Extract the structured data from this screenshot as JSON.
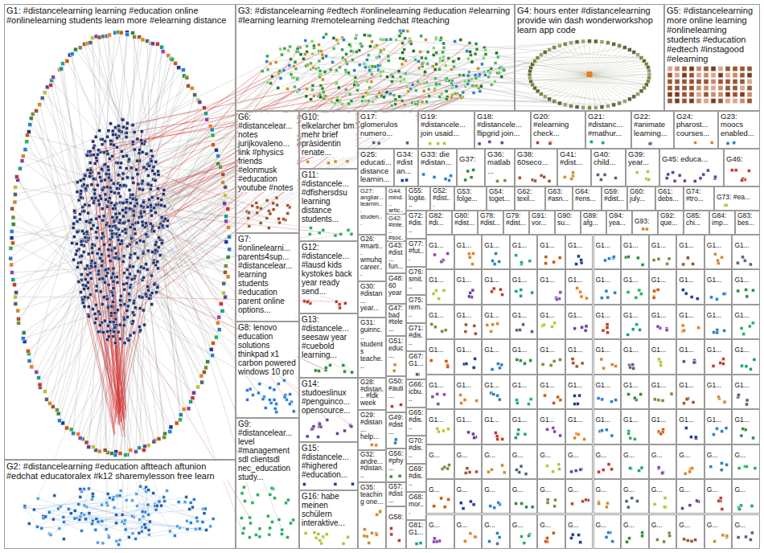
{
  "diagram": {
    "nodes": [
      {
        "text": [
          "G1: #distancelearning learning #education online #onlinelearning students learn more #elearning distance"
        ]
      },
      {
        "text": [
          "G3: #distancelearning #edtech #onlinelearning #education #elearning #learning learning #remotelearning #edchat #teaching"
        ]
      },
      {
        "text": [
          "G4: hours enter #distancelearning provide win dash wonderworkshop learn app code"
        ]
      },
      {
        "text": [
          "G5: #distancelearning more online learning #onlinelearning students #education #edtech #instagood #elearning"
        ]
      },
      {
        "text": [
          "G6: #distancelear... notes jurijkovaleno... link #physics friends #elonmusk #education youtube #notes"
        ]
      },
      {
        "text": [
          "G10: elkelarcher bm mehr brief präsidentin renate..."
        ]
      },
      {
        "text": [
          "G17: glomerulos numero..."
        ]
      },
      {
        "text": [
          "G19: #distancele... join usaid..."
        ]
      },
      {
        "text": [
          "G18: #distancele... flipgrid join..."
        ]
      },
      {
        "text": [
          "G20: #elearning check..."
        ]
      },
      {
        "text": [
          "G21: #distanc... #mathur..."
        ]
      },
      {
        "text": [
          "G22: #animate learning..."
        ]
      },
      {
        "text": [
          "G24: pharost... courses..."
        ]
      },
      {
        "text": [
          "G23: moocs enabled..."
        ]
      },
      {
        "text": [
          "G11: #distancele... #dfishersdsu learning distance students..."
        ]
      },
      {
        "text": [
          "G25: educati... distance learnin..."
        ]
      },
      {
        "text": [
          "G34: #distan..."
        ]
      },
      {
        "text": [
          "G33: die #distan..."
        ]
      },
      {
        "text": [
          "G37:"
        ]
      },
      {
        "text": [
          "G36: matlab..."
        ]
      },
      {
        "text": [
          "G38: 60seco..."
        ]
      },
      {
        "text": [
          "G41: #dist..."
        ]
      },
      {
        "text": [
          "G40: child..."
        ]
      },
      {
        "text": [
          "G39: year..."
        ]
      },
      {
        "text": [
          "G45: educa..."
        ]
      },
      {
        "text": [
          "G46:"
        ]
      },
      {
        "text": [
          "G27: angliar... learnin... studen..."
        ]
      },
      {
        "text": [
          "G44: mind... artic..."
        ]
      },
      {
        "text": [
          "G55: logite..."
        ]
      },
      {
        "text": [
          "G52: #dist..."
        ]
      },
      {
        "text": [
          "G53: folge..."
        ]
      },
      {
        "text": [
          "G54: toget..."
        ]
      },
      {
        "text": [
          "G62: texil..."
        ]
      },
      {
        "text": [
          "G63: #asn..."
        ]
      },
      {
        "text": [
          "G64: #ens..."
        ]
      },
      {
        "text": [
          "G59: #dist..."
        ]
      },
      {
        "text": [
          "G60: july..."
        ]
      },
      {
        "text": [
          "G61: debs..."
        ]
      },
      {
        "text": [
          "G74: #tro..."
        ]
      },
      {
        "text": [
          "G73: #ea..."
        ]
      },
      {
        "text": [
          "G7: #onlinelearni... parents4sup... #distancelear... learning students #education parent online options..."
        ]
      },
      {
        "text": [
          "G12: #distancele... #lausd kids kystokes back year ready send..."
        ]
      },
      {
        "text": [
          "G42: #inte... #soc..."
        ]
      },
      {
        "text": [
          "G26: #marti... wmuhq career..."
        ]
      },
      {
        "text": [
          "G72: #dis..."
        ]
      },
      {
        "text": [
          "G82: #di..."
        ]
      },
      {
        "text": [
          "G80: #dist..."
        ]
      },
      {
        "text": [
          "G78: #dist..."
        ]
      },
      {
        "text": [
          "G79: #dist..."
        ]
      },
      {
        "text": [
          "G91: vor..."
        ]
      },
      {
        "text": [
          "G90: su..."
        ]
      },
      {
        "text": [
          "G89: afg..."
        ]
      },
      {
        "text": [
          "G94: yea..."
        ]
      },
      {
        "text": [
          "G93:"
        ]
      },
      {
        "text": [
          "G92: que..."
        ]
      },
      {
        "text": [
          "G85: chi..."
        ]
      },
      {
        "text": [
          "G84: imp..."
        ]
      },
      {
        "text": [
          "G83: bes..."
        ]
      },
      {
        "text": [
          "G43: #dist... fun..."
        ]
      },
      {
        "text": [
          "G77: #fut..."
        ]
      },
      {
        "text": [
          "G30: #distan... year..."
        ]
      },
      {
        "text": [
          "G48: 60 year"
        ]
      },
      {
        "text": [
          "G76: smit..."
        ]
      },
      {
        "text": [
          "G75: rem..."
        ]
      },
      {
        "text": [
          "G47: bad #tele..."
        ]
      },
      {
        "text": [
          "G8: lenovo education solutions thinkpad x1 carbon powered windows 10 pro"
        ]
      },
      {
        "text": [
          "G13: #distancele... seesaw year #cuebold learning..."
        ]
      },
      {
        "text": [
          "G31: guinnc... students teache..."
        ]
      },
      {
        "text": [
          "G71: #dis..."
        ]
      },
      {
        "text": [
          "G51: educ..."
        ]
      },
      {
        "text": [
          "G67: G1..."
        ]
      },
      {
        "text": [
          "G28: #distan... #fdk week"
        ]
      },
      {
        "text": [
          "G14: studoeslinux #penguinco... opensource..."
        ]
      },
      {
        "text": [
          "G50: #auti..."
        ]
      },
      {
        "text": [
          "G66: icbu..."
        ]
      },
      {
        "text": [
          "G65: #dis..."
        ]
      },
      {
        "text": [
          "G29: #distan... help..."
        ]
      },
      {
        "text": [
          "G49: #dist..."
        ]
      },
      {
        "text": [
          "G9: #distancelear... level #management sdl clientsdl nec_education study..."
        ]
      },
      {
        "text": [
          "G70: #dis..."
        ]
      },
      {
        "text": [
          "G15: #distancele... #highered #education..."
        ]
      },
      {
        "text": [
          "G32: andre... #distan..."
        ]
      },
      {
        "text": [
          "G56: #phy..."
        ]
      },
      {
        "text": [
          "G69: #dis..."
        ]
      },
      {
        "text": [
          "G2: #distancelearning #education aftteach aftunion #edchat educatoralex #k12 sharemylesson free learn"
        ]
      },
      {
        "text": [
          "G35: teaching one..."
        ]
      },
      {
        "text": [
          "G57: #dist..."
        ]
      },
      {
        "text": [
          "G16: habe meinen schülern interaktive..."
        ]
      },
      {
        "text": [
          "G68: mor..."
        ]
      },
      {
        "text": [
          "G58:"
        ]
      },
      {
        "text": [
          "G81: G1..."
        ]
      },
      {
        "text": [
          "G1..."
        ]
      },
      {
        "text": [
          "G1..."
        ]
      },
      {
        "text": [
          "G1..."
        ]
      },
      {
        "text": [
          "G1..."
        ]
      },
      {
        "text": [
          "G1..."
        ]
      },
      {
        "text": [
          "G1..."
        ]
      },
      {
        "text": [
          "G1..."
        ]
      },
      {
        "text": [
          "G1..."
        ]
      },
      {
        "text": [
          "G1..."
        ]
      },
      {
        "text": [
          "G1..."
        ]
      },
      {
        "text": [
          "G1..."
        ]
      },
      {
        "text": [
          "G1..."
        ]
      },
      {
        "text": [
          "G1..."
        ]
      },
      {
        "text": [
          "G1..."
        ]
      },
      {
        "text": [
          "G1..."
        ]
      },
      {
        "text": [
          "G1..."
        ]
      },
      {
        "text": [
          "G1..."
        ]
      },
      {
        "text": [
          "G1..."
        ]
      },
      {
        "text": [
          "G1..."
        ]
      },
      {
        "text": [
          "G1..."
        ]
      },
      {
        "text": [
          "G1..."
        ]
      },
      {
        "text": [
          "G1..."
        ]
      },
      {
        "text": [
          "G1..."
        ]
      },
      {
        "text": [
          "G1..."
        ]
      },
      {
        "text": [
          "G1..."
        ]
      },
      {
        "text": [
          "G1..."
        ]
      },
      {
        "text": [
          "G1..."
        ]
      },
      {
        "text": [
          "G1..."
        ]
      },
      {
        "text": [
          "G1..."
        ]
      },
      {
        "text": [
          "G1..."
        ]
      },
      {
        "text": [
          "G1..."
        ]
      },
      {
        "text": [
          "G1..."
        ]
      },
      {
        "text": [
          "G1..."
        ]
      },
      {
        "text": [
          "G1..."
        ]
      },
      {
        "text": [
          "G1..."
        ]
      },
      {
        "text": [
          "G1..."
        ]
      },
      {
        "text": [
          "G1..."
        ]
      },
      {
        "text": [
          "G1..."
        ]
      },
      {
        "text": [
          "G1..."
        ]
      },
      {
        "text": [
          "G1..."
        ]
      },
      {
        "text": [
          "G1..."
        ]
      },
      {
        "text": [
          "G1..."
        ]
      },
      {
        "text": [
          "G1..."
        ]
      },
      {
        "text": [
          "G1..."
        ]
      },
      {
        "text": [
          "G1..."
        ]
      },
      {
        "text": [
          "G1..."
        ]
      },
      {
        "text": [
          "G1..."
        ]
      },
      {
        "text": [
          "G1..."
        ]
      },
      {
        "text": [
          "G1..."
        ]
      },
      {
        "text": [
          "G1..."
        ]
      },
      {
        "text": [
          "G1..."
        ]
      },
      {
        "text": [
          "G1..."
        ]
      },
      {
        "text": [
          "G1..."
        ]
      },
      {
        "text": [
          "G1..."
        ]
      },
      {
        "text": [
          "G1..."
        ]
      },
      {
        "text": [
          "G1..."
        ]
      },
      {
        "text": [
          "G1..."
        ]
      },
      {
        "text": [
          "G1..."
        ]
      },
      {
        "text": [
          "G1..."
        ]
      },
      {
        "text": [
          "G1..."
        ]
      },
      {
        "text": [
          "G1..."
        ]
      },
      {
        "text": [
          "G1..."
        ]
      },
      {
        "text": [
          "G1..."
        ]
      },
      {
        "text": [
          "G1..."
        ]
      },
      {
        "text": [
          "G1..."
        ]
      },
      {
        "text": [
          "G1..."
        ]
      },
      {
        "text": [
          "G1..."
        ]
      },
      {
        "text": [
          "G1..."
        ]
      },
      {
        "text": [
          "G1..."
        ]
      },
      {
        "text": [
          "G1..."
        ]
      },
      {
        "text": [
          "G1..."
        ]
      },
      {
        "text": [
          "G1..."
        ]
      },
      {
        "text": [
          "G..."
        ]
      },
      {
        "text": [
          "G..."
        ]
      },
      {
        "text": [
          "G..."
        ]
      },
      {
        "text": [
          "G..."
        ]
      },
      {
        "text": [
          "G..."
        ]
      },
      {
        "text": [
          "G..."
        ]
      },
      {
        "text": [
          "G..."
        ]
      },
      {
        "text": [
          "G..."
        ]
      },
      {
        "text": [
          "G..."
        ]
      },
      {
        "text": [
          "G..."
        ]
      },
      {
        "text": [
          "G..."
        ]
      },
      {
        "text": [
          "G..."
        ]
      },
      {
        "text": [
          "G..."
        ]
      },
      {
        "text": [
          "G..."
        ]
      },
      {
        "text": [
          "G..."
        ]
      },
      {
        "text": [
          "G..."
        ]
      },
      {
        "text": [
          "G..."
        ]
      },
      {
        "text": [
          "G..."
        ]
      },
      {
        "text": [
          "G..."
        ]
      },
      {
        "text": [
          "G..."
        ]
      },
      {
        "text": [
          "G..."
        ]
      },
      {
        "text": [
          "G..."
        ]
      },
      {
        "text": [
          "G..."
        ]
      },
      {
        "text": [
          "G..."
        ]
      },
      {
        "text": [
          "G..."
        ]
      },
      {
        "text": [
          "G..."
        ]
      },
      {
        "text": [
          "G..."
        ]
      },
      {
        "text": [
          "G..."
        ]
      },
      {
        "text": [
          "G..."
        ]
      },
      {
        "text": [
          "G..."
        ]
      },
      {
        "text": [
          "G..."
        ]
      },
      {
        "text": [
          "G..."
        ]
      },
      {
        "text": [
          "G..."
        ]
      },
      {
        "text": [
          "G..."
        ]
      },
      {
        "text": [
          "G..."
        ]
      },
      {
        "text": [
          "G..."
        ]
      }
    ]
  }
}
